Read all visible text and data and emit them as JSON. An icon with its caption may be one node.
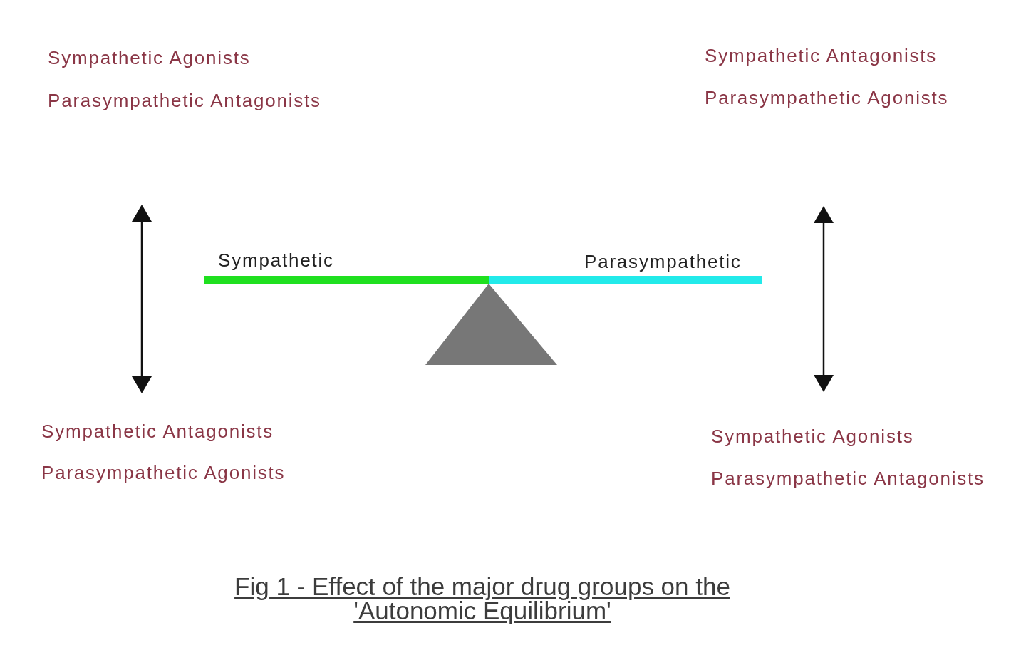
{
  "diagram": {
    "caption": "Fig 1 - Effect of the major drug groups on the 'Autonomic Equilibrium'",
    "labels": [
      "Sympathetic Agonists",
      "Parasympathetic Antagonists",
      "Sympathetic Antagonists",
      "Parasympathetic Agonists",
      "Sympathetic",
      "Parasympathetic",
      "Sympathetic Antagonists",
      "Parasympathetic Agonists",
      "Sympathetic Agonists",
      "Parasympathetic Antagonists"
    ]
  }
}
